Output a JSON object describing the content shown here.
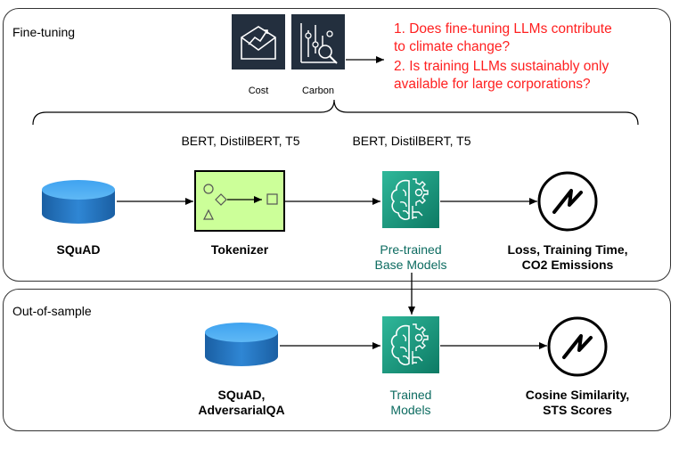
{
  "panels": {
    "fine_tuning": "Fine-tuning",
    "out_of_sample": "Out-of-sample"
  },
  "icons": {
    "cost_label": "Cost",
    "carbon_label": "Carbon"
  },
  "questions": [
    "1. Does fine-tuning LLMs contribute",
    "to climate change?",
    "2. Is training LLMs sustainably only",
    "available for large corporations?"
  ],
  "model_lists": {
    "tokenizer_models": "BERT, DistilBERT, T5",
    "base_models": "BERT, DistilBERT, T5"
  },
  "fine_tuning_nodes": {
    "dataset": "SQuAD",
    "tokenizer": "Tokenizer",
    "pretrained": [
      "Pre-trained",
      "Base Models"
    ],
    "metrics": [
      "Loss, Training Time,",
      "CO2 Emissions"
    ]
  },
  "out_of_sample_nodes": {
    "dataset": [
      "SQuAD,",
      "AdversarialQA"
    ],
    "trained": [
      "Trained",
      "Models"
    ],
    "metrics": [
      "Cosine Similarity,",
      "STS Scores"
    ]
  },
  "colors": {
    "icon_dark": "#232f3e",
    "teal": "#0c6b60",
    "db_blue": "#1f6fb5",
    "tokenizer_fill": "#ccff99",
    "question_red": "#ff2020"
  }
}
